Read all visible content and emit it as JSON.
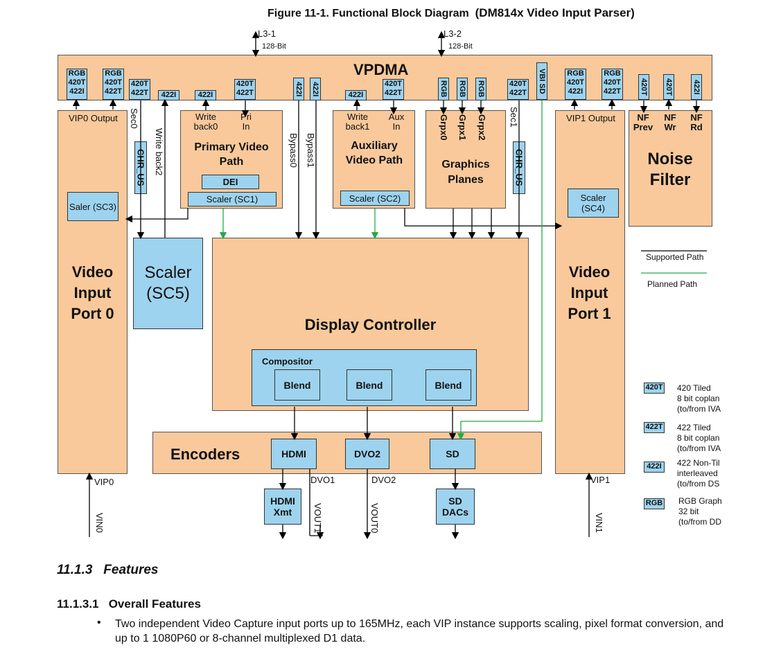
{
  "figure": {
    "caption": "Figure 11-1. Functional Block Diagram",
    "subtitle": "(DM814x Video Input Parser)"
  },
  "bus": {
    "l3_1": "L3-1",
    "l3_1_width": "128-Bit",
    "l3_2": "L3-2",
    "l3_2_width": "128-Bit"
  },
  "vpdma": {
    "title": "VPDMA",
    "tags": {
      "rgb": "RGB",
      "t420": "420T",
      "t422": "422T",
      "i422": "422I",
      "vbi_sd": "VBI SD"
    }
  },
  "blocks": {
    "vip0_output": "VIP0 Output",
    "sec0": "Sec0",
    "write_back2": "Write back2",
    "chr_us": "CHR_US",
    "write_back0": "Write back0",
    "pri_in": "Pri In",
    "primary_video_path": "Primary Video Path",
    "dei": "DEI",
    "scaler_sc1": "Scaler (SC1)",
    "bypass0": "Bypass0",
    "bypass1": "Bypass1",
    "write_back1": "Write back1",
    "aux_in": "Aux In",
    "auxiliary_video_path": "Auxiliary Video Path",
    "scaler_sc2": "Scaler (SC2)",
    "grpx0": "Grpx0",
    "grpx1": "Grpx1",
    "grpx2": "Grpx2",
    "graphics_planes": "Graphics Planes",
    "sec1": "Sec1",
    "vip1_output": "VIP1 Output",
    "scaler_sc4": "Scaler (SC4)",
    "nf_prev": "NF Prev",
    "nf_wr": "NF Wr",
    "nf_rd": "NF Rd",
    "noise_filter": "Noise Filter",
    "saler_sc3": "Saler (SC3)",
    "video_input_port0": "Video Input Port 0",
    "scaler_sc5": "Scaler (SC5)",
    "display_controller": "Display Controller",
    "compositor": "Compositor",
    "blend": "Blend",
    "video_input_port1": "Video Input Port 1",
    "encoders": "Encoders",
    "hdmi": "HDMI",
    "dvo2": "DVO2",
    "sd": "SD",
    "hdmi_xmt": "HDMI Xmt",
    "sd_dacs": "SD DACs"
  },
  "signals": {
    "vip0": "VIP0",
    "vin0": "VIN0",
    "dvo1": "DVO1",
    "dvo2": "DVO2",
    "vout1": "VOUT1",
    "vout0": "VOUT0",
    "vip1": "VIP1",
    "vin1": "VIN1"
  },
  "legend": {
    "supported_path": "Supported Path",
    "planned_path": "Planned Path",
    "supported_color": "#000000",
    "planned_color": "#22aa44",
    "items": [
      {
        "tag": "420T",
        "line1": "420 Tiled",
        "line2": "8 bit coplan",
        "line3": "(to/from IVA"
      },
      {
        "tag": "422T",
        "line1": "422 Tiled",
        "line2": "8 bit coplan",
        "line3": "(to/from IVA"
      },
      {
        "tag": "422I",
        "line1": "422 Non-Til",
        "line2": "interleaved",
        "line3": "(to/from DS"
      },
      {
        "tag": "RGB",
        "line1": "RGB Graph",
        "line2": "32 bit",
        "line3": "(to/from DD"
      }
    ]
  },
  "section": {
    "number": "11.1.3",
    "title": "Features",
    "sub_number": "11.1.3.1",
    "sub_title": "Overall Features",
    "bullet_1": "Two independent Video Capture input ports up to 165MHz, each VIP instance supports scaling, pixel format conversion, and up to 1 1080P60 or 8-channel multiplexed D1 data."
  },
  "colors": {
    "block_fill": "#f9c99b",
    "tag_fill": "#9dd3ee"
  }
}
